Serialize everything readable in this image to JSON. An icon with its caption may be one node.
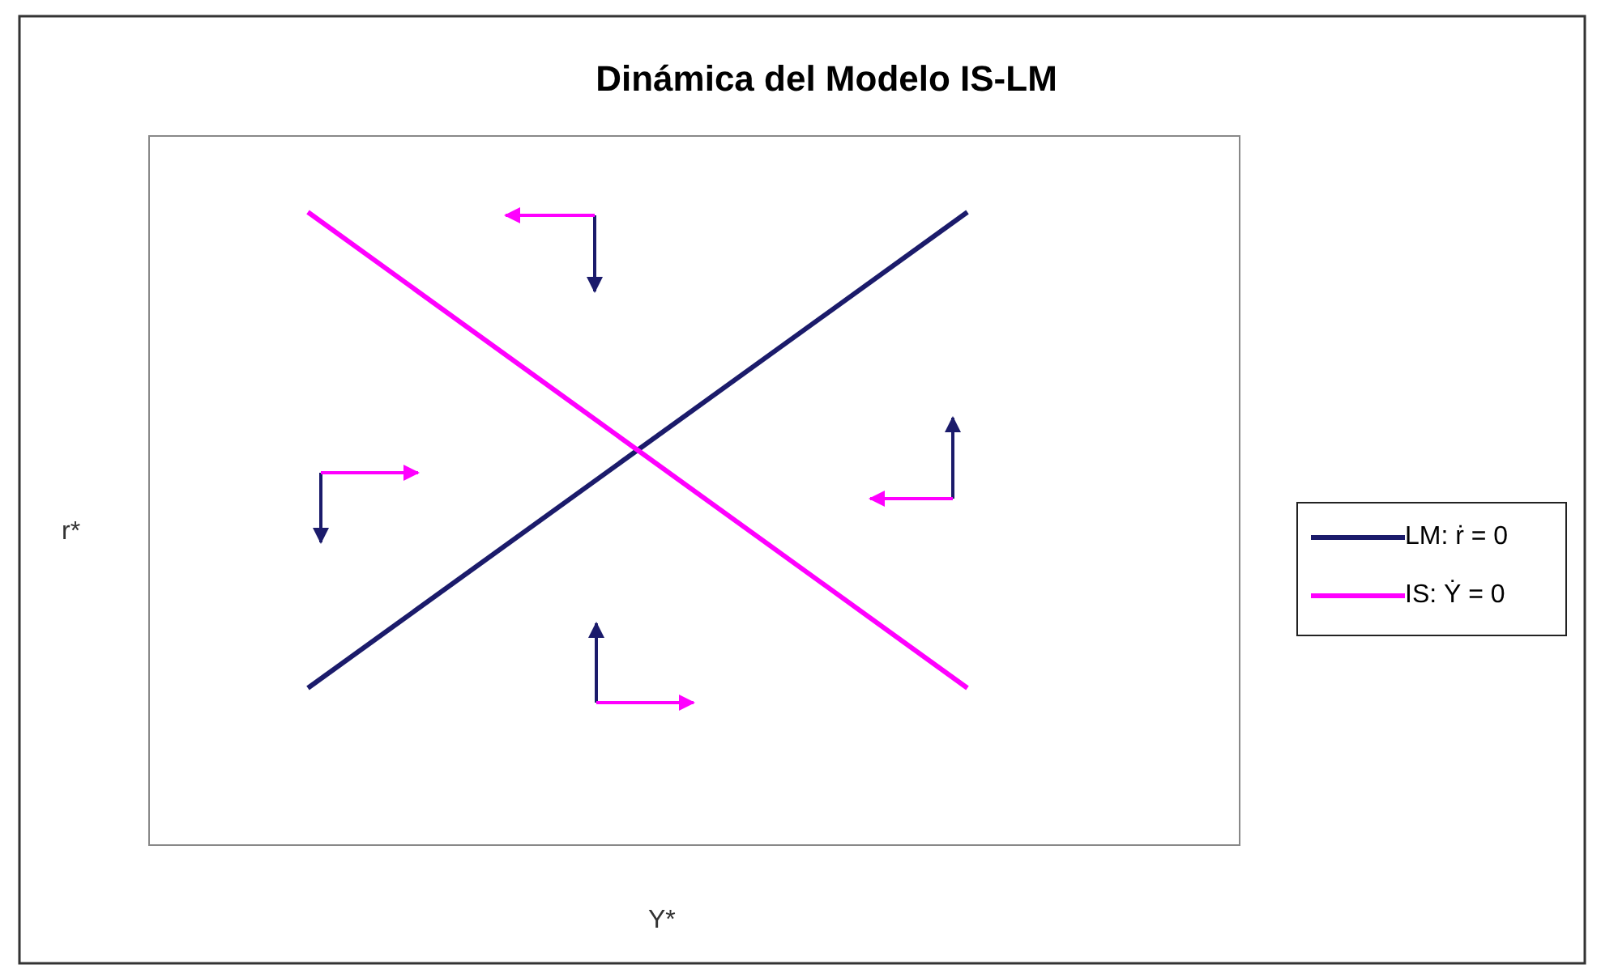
{
  "diagram": {
    "title": "Dinámica del Modelo IS-LM",
    "labels": [
      "r*",
      "Y*"
    ],
    "legend": [
      {
        "text": "LM: ṙ = 0"
      },
      {
        "text": "IS: Ẏ = 0"
      }
    ]
  }
}
